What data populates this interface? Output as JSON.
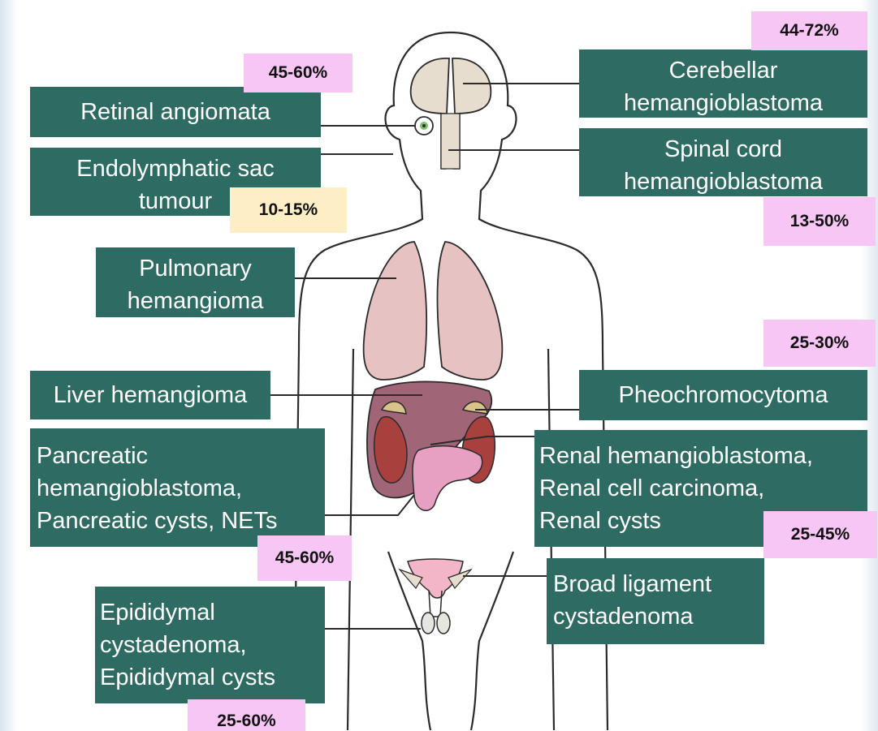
{
  "colors": {
    "label_bg": "#2e6b63",
    "label_text": "#ffffff",
    "badge_pink": "#f7c6f5",
    "badge_yellow": "#fdeec6",
    "lung_fill": "#e6c2c2",
    "liver_fill": "#8f4a5e",
    "pancreas_fill": "#e7a0c2",
    "kidney_fill": "#a8403e",
    "brain_fill": "#e6ddcf"
  },
  "labels": {
    "retinal": "Retinal angiomata",
    "endolymphatic": "Endolymphatic sac\ntumour",
    "pulmonary": "Pulmonary\nhemangioma",
    "liver": "Liver hemangioma",
    "pancreatic": "Pancreatic\nhemangioblastoma,\nPancreatic cysts, NETs",
    "epididymal": "Epididymal\ncystadenoma,\nEpididymal cysts",
    "cerebellar": "Cerebellar\nhemangioblastoma",
    "spinal": "Spinal cord\nhemangioblastoma",
    "pheo": "Pheochromocytoma",
    "renal": "Renal hemangioblastoma,\nRenal cell carcinoma,\nRenal cysts",
    "broad": "Broad ligament\ncystadenoma"
  },
  "badges": {
    "retinal": "45-60%",
    "cerebellar": "44-72%",
    "endolymphatic": "10-15%",
    "spinal": "13-50%",
    "pheo": "25-30%",
    "renal": "25-45%",
    "pancreatic": "45-60%",
    "epididymal": "25-60%"
  },
  "icons": [
    "human-body-outline-icon",
    "brain-icon",
    "eye-icon",
    "spinal-cord-icon",
    "lungs-icon",
    "liver-icon",
    "kidney-icon",
    "adrenal-gland-icon",
    "pancreas-icon",
    "uterus-icon",
    "testis-icon"
  ]
}
